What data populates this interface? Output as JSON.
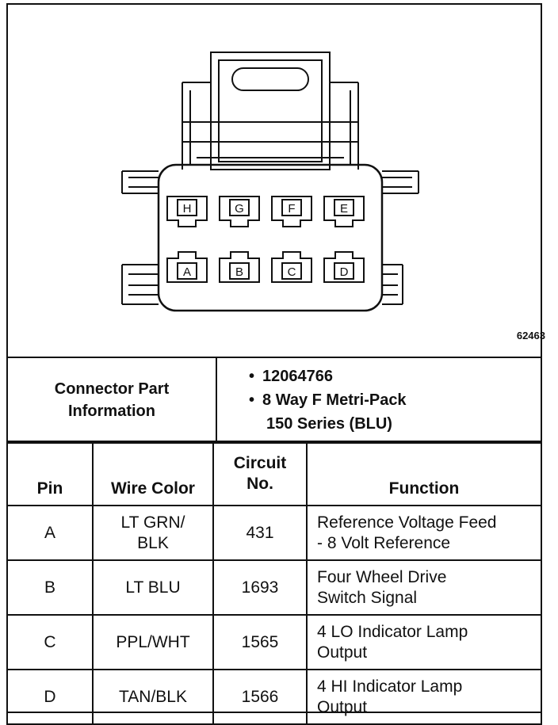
{
  "figure_number": "62463",
  "connector_info": {
    "label_line1": "Connector Part",
    "label_line2": "Information",
    "part_number": "12064766",
    "type_line1": "8 Way F Metri-Pack",
    "type_line2": "150 Series (BLU)"
  },
  "pin_labels": {
    "top": [
      "H",
      "G",
      "F",
      "E"
    ],
    "bottom": [
      "A",
      "B",
      "C",
      "D"
    ]
  },
  "headers": {
    "pin": "Pin",
    "wire_color": "Wire Color",
    "circuit_line1": "Circuit",
    "circuit_line2": "No.",
    "function": "Function"
  },
  "rows": [
    {
      "pin": "A",
      "wire1": "LT GRN/",
      "wire2": "BLK",
      "circuit": "431",
      "func1": "Reference Voltage Feed",
      "func2": "- 8 Volt Reference"
    },
    {
      "pin": "B",
      "wire1": "LT BLU",
      "wire2": "",
      "circuit": "1693",
      "func1": "Four Wheel Drive",
      "func2": "Switch Signal"
    },
    {
      "pin": "C",
      "wire1": "PPL/WHT",
      "wire2": "",
      "circuit": "1565",
      "func1": "4 LO Indicator Lamp",
      "func2": "Output"
    },
    {
      "pin": "D",
      "wire1": "TAN/BLK",
      "wire2": "",
      "circuit": "1566",
      "func1": "4 HI Indicator Lamp",
      "func2": "Output"
    }
  ]
}
